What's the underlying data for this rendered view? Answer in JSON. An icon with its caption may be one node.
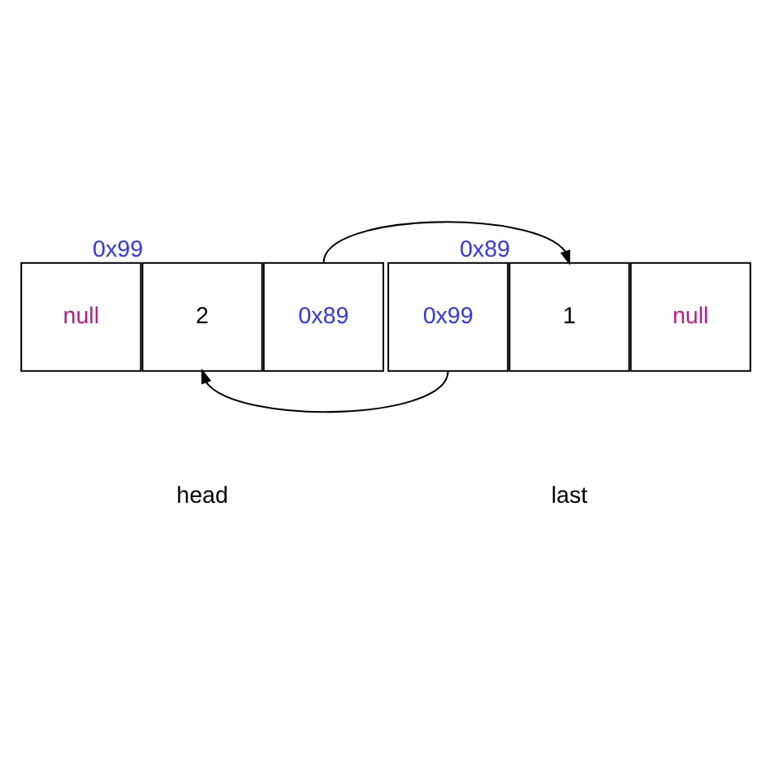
{
  "diagram": {
    "nodes": [
      {
        "text": [
          "null"
        ]
      },
      {
        "text": [
          "2"
        ],
        "beside": [
          "0x99"
        ]
      },
      {
        "text": [
          "0x89"
        ]
      },
      {
        "text": [
          "0x99"
        ]
      },
      {
        "text": [
          "1"
        ],
        "beside": [
          "0x89"
        ]
      },
      {
        "text": [
          "null"
        ]
      }
    ],
    "edges": [
      {
        "from": 2,
        "to": 4,
        "arrow": "to"
      },
      {
        "from": 3,
        "to": 1,
        "arrow": "to"
      }
    ],
    "labels": [
      "head",
      "last"
    ]
  }
}
